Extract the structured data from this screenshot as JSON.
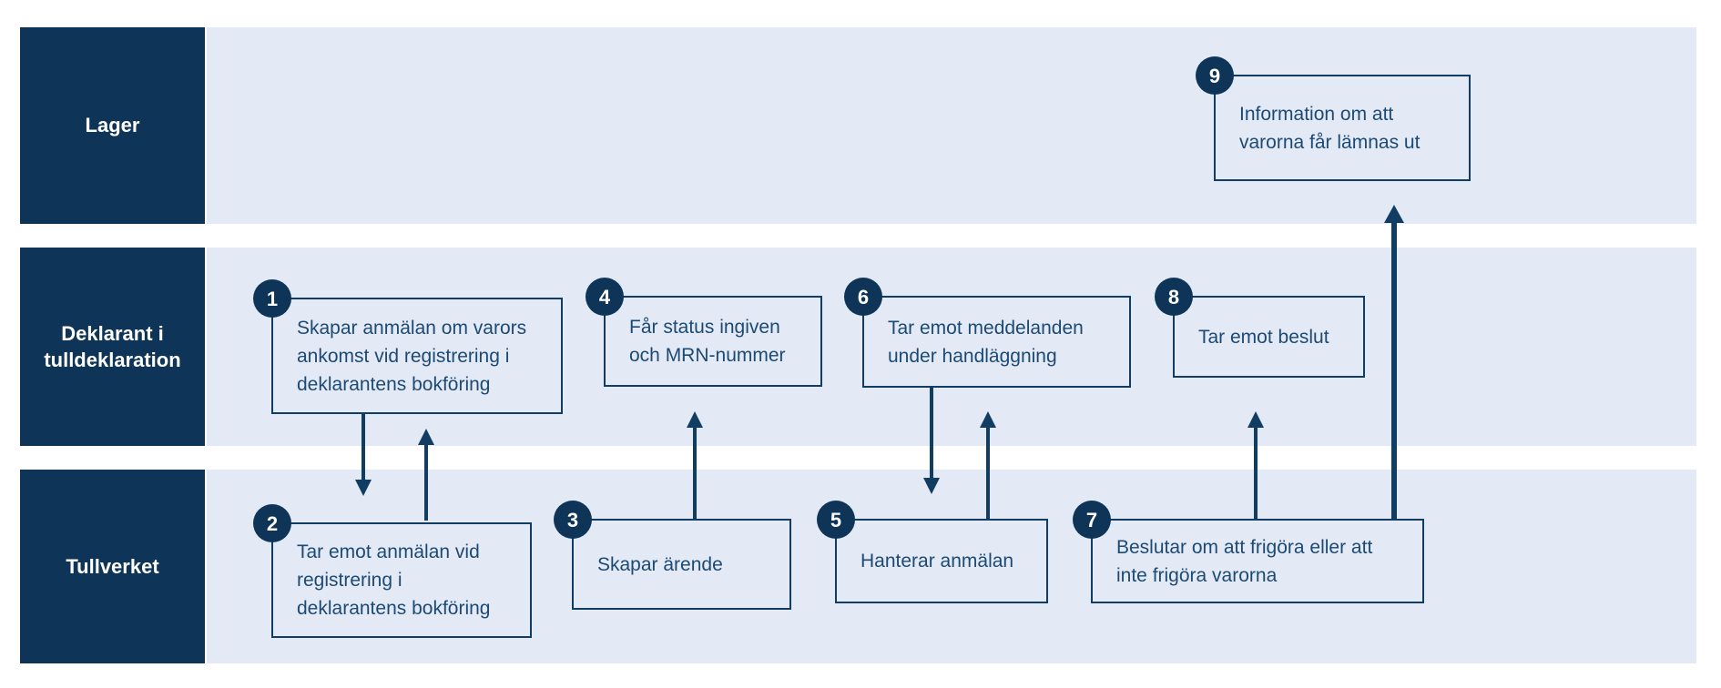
{
  "diagram": {
    "title_hint": "Swimlane process diagram for customs notification (EIDR) handling",
    "colors": {
      "navy": "#0e3557",
      "border": "#123d63",
      "text": "#1c4a74",
      "lane_background": "#e4eaf5",
      "page_background": "#ffffff",
      "label_text": "#ffffff"
    },
    "lanes": [
      {
        "label": "Lager"
      },
      {
        "label": "Deklarant i tulldeklaration"
      },
      {
        "label": "Tullverket"
      }
    ],
    "steps": [
      {
        "number": "1",
        "lane": "Deklarant i tulldeklaration",
        "text": "Skapar anmälan om varors ankomst vid registrering i deklarantens bokföring"
      },
      {
        "number": "2",
        "lane": "Tullverket",
        "text": "Tar emot anmälan vid registrering i deklarantens bokföring"
      },
      {
        "number": "3",
        "lane": "Tullverket",
        "text": "Skapar ärende"
      },
      {
        "number": "4",
        "lane": "Deklarant i tulldeklaration",
        "text": "Får status ingiven och MRN-nummer"
      },
      {
        "number": "5",
        "lane": "Tullverket",
        "text": "Hanterar anmälan"
      },
      {
        "number": "6",
        "lane": "Deklarant i tulldeklaration",
        "text": "Tar emot meddelanden under handläggning"
      },
      {
        "number": "7",
        "lane": "Tullverket",
        "text": "Beslutar om att frigöra eller att inte frigöra varorna"
      },
      {
        "number": "8",
        "lane": "Deklarant i tulldeklaration",
        "text": "Tar emot beslut"
      },
      {
        "number": "9",
        "lane": "Lager",
        "text": "Information om att varorna får lämnas ut"
      }
    ],
    "arrows": [
      {
        "from": "1",
        "to": "2",
        "direction": "down"
      },
      {
        "from": "2",
        "to": "1",
        "direction": "up"
      },
      {
        "from": "3",
        "to": "4",
        "direction": "up"
      },
      {
        "from": "6",
        "to": "5",
        "direction": "down"
      },
      {
        "from": "5",
        "to": "6",
        "direction": "up"
      },
      {
        "from": "7",
        "to": "8",
        "direction": "up"
      },
      {
        "from": "7",
        "to": "9",
        "direction": "up"
      }
    ]
  }
}
